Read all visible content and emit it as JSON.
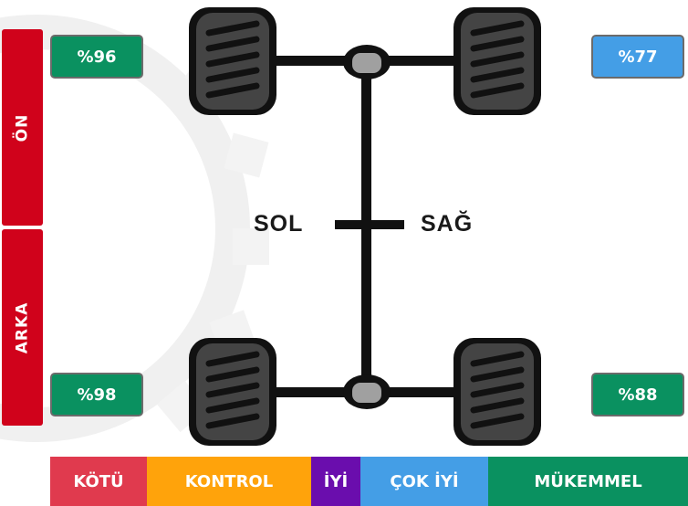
{
  "labels": {
    "front": "ÖN",
    "rear": "ARKA",
    "left": "SOL",
    "right": "SAĞ"
  },
  "wheels": {
    "front_left": {
      "value": "%96",
      "color": "#0a9160"
    },
    "front_right": {
      "value": "%77",
      "color": "#449ee6"
    },
    "rear_left": {
      "value": "%98",
      "color": "#0a9160"
    },
    "rear_right": {
      "value": "%88",
      "color": "#0a9160"
    }
  },
  "legend": [
    {
      "label": "KÖTÜ",
      "color": "#e03a4e"
    },
    {
      "label": "KONTROL",
      "color": "#ffa30b"
    },
    {
      "label": "İYİ",
      "color": "#6a0dad"
    },
    {
      "label": "ÇOK İYİ",
      "color": "#449ee6"
    },
    {
      "label": "MÜKEMMEL",
      "color": "#0a9160"
    }
  ]
}
